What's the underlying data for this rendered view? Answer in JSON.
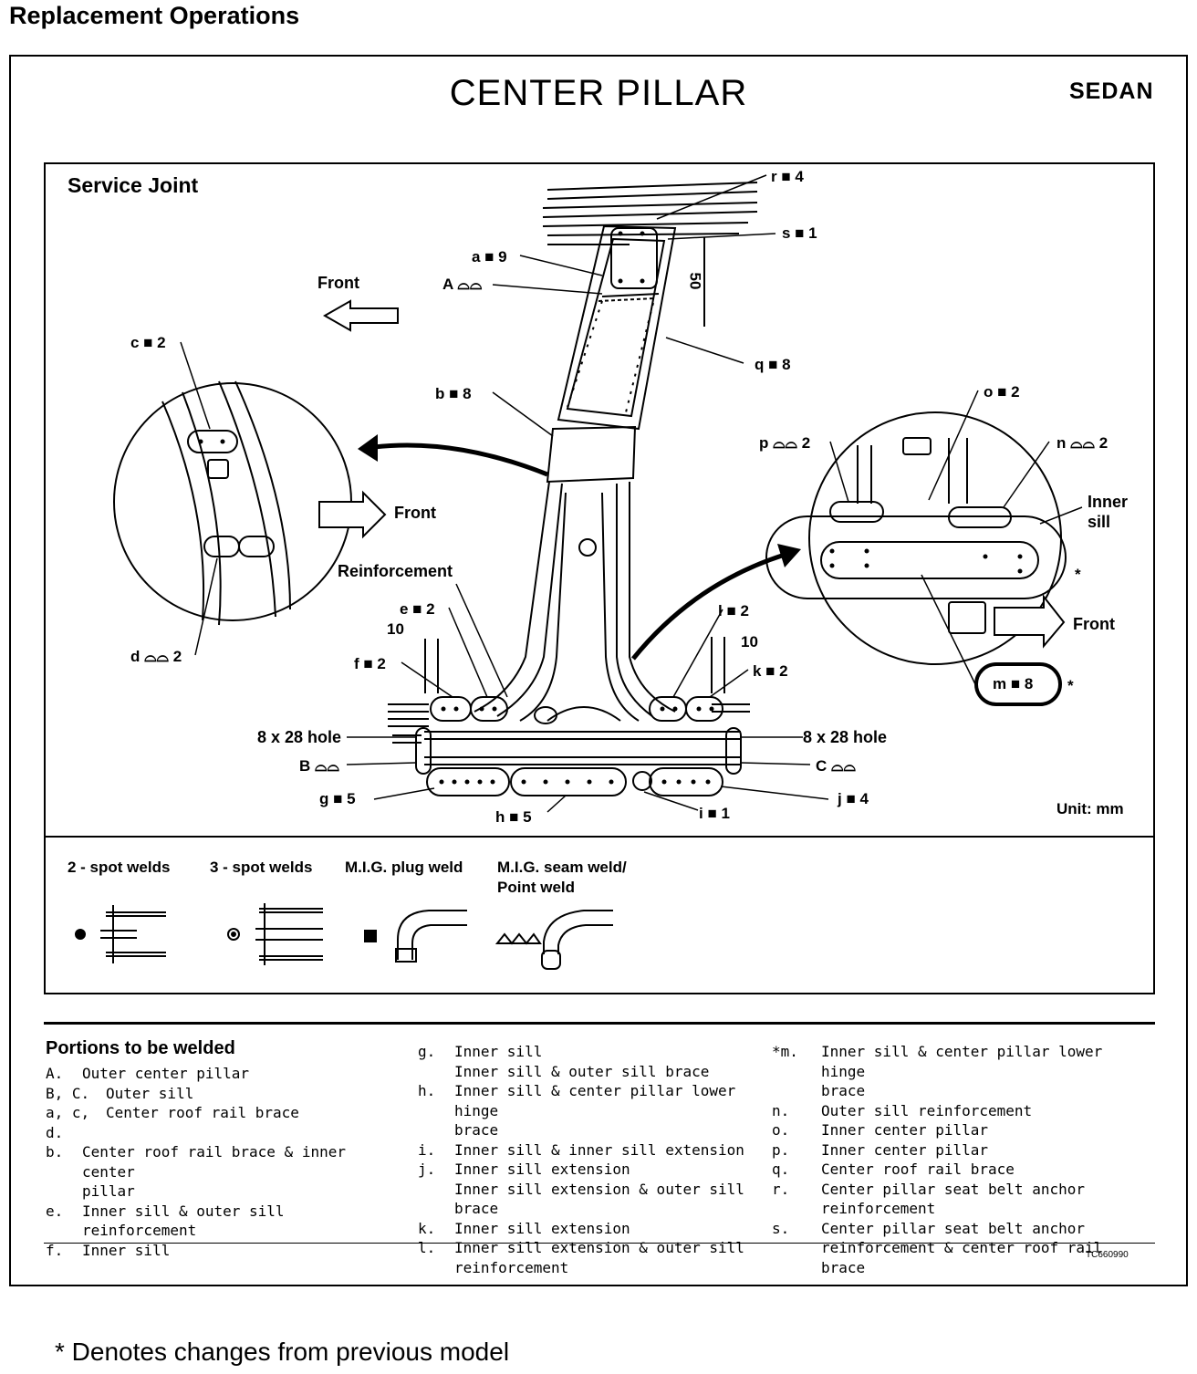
{
  "header": {
    "page_title": "Replacement Operations"
  },
  "diagram": {
    "title": "CENTER PILLAR",
    "variant": "SEDAN",
    "section": "Service Joint",
    "unit": "Unit: mm",
    "labels": {
      "r": "r ■ 4",
      "s": "s ■ 1",
      "a": "a ■ 9",
      "A": "A ⌓⌓",
      "q": "q ■ 8",
      "b": "b ■ 8",
      "c": "c ■ 2",
      "d": "d ⌓⌓ 2",
      "front1": "Front",
      "front2": "Front",
      "front3": "Front",
      "o": "o ■ 2",
      "p": "p ⌓⌓ 2",
      "n": "n ⌓⌓ 2",
      "inner_sill_1": "Inner",
      "inner_sill_2": "sill",
      "star": "*",
      "reinforcement": "Reinforcement",
      "e": "e ■ 2",
      "f": "f ■ 2",
      "l": "l ■ 2",
      "k": "k ■ 2",
      "dim10a": "10",
      "dim10b": "10",
      "dim50": "50",
      "hole_left": "8 x 28 hole",
      "hole_right": "8 x 28 hole",
      "B": "B ⌓⌓",
      "C": "C ⌓⌓",
      "g": "g ■ 5",
      "h": "h ■ 5",
      "i": "i ■ 1",
      "j": "j ■ 4",
      "m": "m ■ 8",
      "m_star": "*"
    }
  },
  "weld_legend": {
    "spot2": "2 - spot welds",
    "spot3": "3 - spot welds",
    "plug": "M.I.G. plug weld",
    "seam_1": "M.I.G. seam weld/",
    "seam_2": "Point weld"
  },
  "portions": {
    "title": "Portions to be welded",
    "col1": [
      {
        "k": "A.",
        "t": "Outer center pillar"
      },
      {
        "k": "B, C.",
        "t": "Outer sill"
      },
      {
        "k": "a, c, d.",
        "t": "Center roof rail brace"
      },
      {
        "k": "b.",
        "t": "Center roof rail brace & inner center"
      },
      {
        "k": "",
        "t": "pillar"
      },
      {
        "k": "e.",
        "t": "Inner sill & outer sill reinforcement"
      },
      {
        "k": "f.",
        "t": "Inner sill"
      }
    ],
    "col2": [
      {
        "k": "g.",
        "t": "Inner sill"
      },
      {
        "k": "",
        "t": "Inner sill & outer sill brace"
      },
      {
        "k": "h.",
        "t": "Inner sill & center pillar lower hinge"
      },
      {
        "k": "",
        "t": "brace"
      },
      {
        "k": "i.",
        "t": "Inner sill & inner sill extension"
      },
      {
        "k": "j.",
        "t": "Inner sill extension"
      },
      {
        "k": "",
        "t": "Inner sill extension & outer sill brace"
      },
      {
        "k": "k.",
        "t": "Inner sill extension"
      },
      {
        "k": "l.",
        "t": "Inner sill extension & outer sill"
      },
      {
        "k": "",
        "t": "reinforcement"
      }
    ],
    "col3": [
      {
        "k": "*m.",
        "t": "Inner sill & center pillar lower hinge"
      },
      {
        "k": "",
        "t": "brace"
      },
      {
        "k": "n.",
        "t": "Outer sill reinforcement"
      },
      {
        "k": "o.",
        "t": "Inner center pillar"
      },
      {
        "k": "p.",
        "t": "Inner center pillar"
      },
      {
        "k": "q.",
        "t": "Center roof rail brace"
      },
      {
        "k": "r.",
        "t": "Center pillar seat belt anchor"
      },
      {
        "k": "",
        "t": "reinforcement"
      },
      {
        "k": "s.",
        "t": "Center pillar seat belt anchor"
      },
      {
        "k": "",
        "t": "reinforcement & center roof rail brace"
      }
    ]
  },
  "reference": "TC660990",
  "footnote": "* Denotes changes from previous model"
}
